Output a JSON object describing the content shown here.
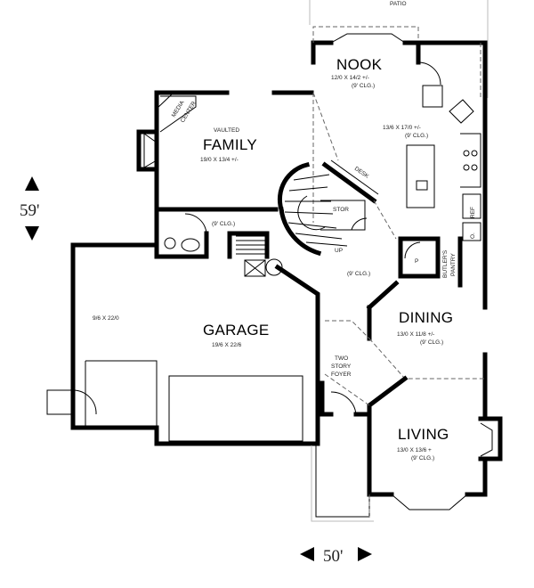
{
  "patio": "PATIO",
  "rooms": {
    "nook": {
      "name": "NOOK",
      "dims": "12/0 X 14/2 +/-",
      "clg": "(9' CLG.)"
    },
    "kitchen": {
      "dims": "13/6 X 17/0 +/-",
      "clg": "(9' CLG.)"
    },
    "family": {
      "prefix": "VAULTED",
      "name": "FAMILY",
      "dims": "19/0 X 13/4 +/-"
    },
    "media": {
      "line1": "MEDIA",
      "line2": "CENTER"
    },
    "garage": {
      "name": "GARAGE",
      "dims": "19/6 X 22/6"
    },
    "garage_side": {
      "dims": "9/6 X 22/0"
    },
    "dining": {
      "name": "DINING",
      "dims": "13/0 X 11/8 +/-",
      "clg": "(9' CLG.)"
    },
    "living": {
      "name": "LIVING",
      "dims": "13/0 X 13/6 +",
      "clg": "(9' CLG.)"
    },
    "foyer": {
      "line1": "TWO",
      "line2": "STORY",
      "line3": "FOYER"
    },
    "hall": {
      "clg": "(9' CLG.)"
    },
    "utility": {
      "clg": "(9' CLG.)"
    }
  },
  "labels": {
    "desk": "DESK",
    "stor": "STOR",
    "up": "UP",
    "ref": "REF",
    "p": "P",
    "butlers_pantry_1": "BUTLER'S",
    "butlers_pantry_2": "PANTRY",
    "o": "O."
  },
  "overall": {
    "depth": "59'",
    "width": "50'"
  }
}
